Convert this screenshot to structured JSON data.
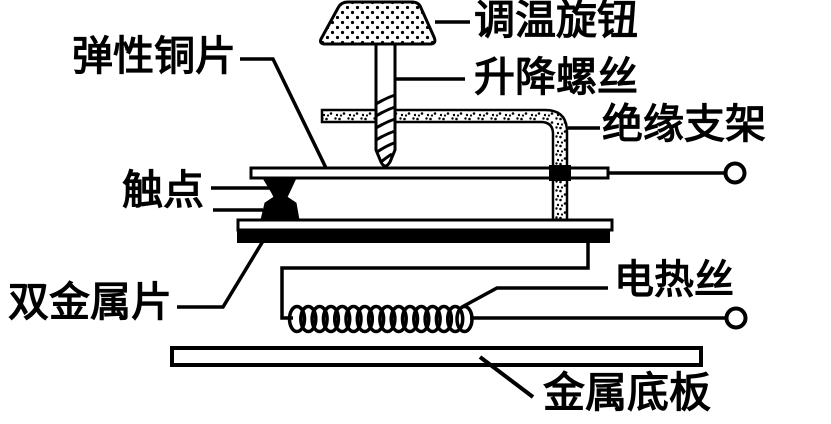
{
  "figure": {
    "type": "schematic-diagram",
    "subject": "thermostat temperature-control mechanism",
    "background_color": "#ffffff",
    "ink_color": "#000000"
  },
  "labels": {
    "temperature_knob": "调温旋钮",
    "lifting_screw": "升降螺丝",
    "insulating_bracket": "绝缘支架",
    "elastic_copper_strip": "弹性铜片",
    "contact_point": "触点",
    "bimetallic_strip": "双金属片",
    "heating_wire": "电热丝",
    "metal_base_plate": "金属底板"
  },
  "parts": {
    "terminal_count": 2,
    "coil_turns": 16,
    "fills": {
      "knob": "stippled-dots",
      "bracket": "stippled-dots",
      "bimetal_lower_layer": "solid-black",
      "contact": "solid-black"
    }
  }
}
